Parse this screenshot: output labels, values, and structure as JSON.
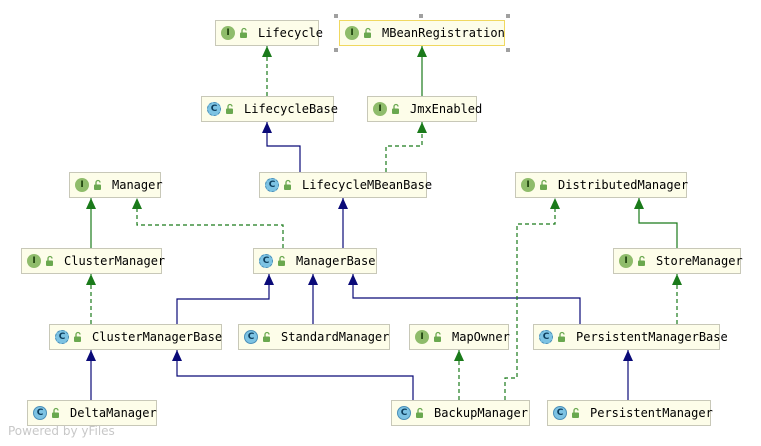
{
  "diagram": {
    "nodes": [
      {
        "id": "Lifecycle",
        "label": "Lifecycle",
        "kind": "interface",
        "badge": "I"
      },
      {
        "id": "MBeanRegistration",
        "label": "MBeanRegistration",
        "kind": "interface",
        "badge": "I",
        "selected": true
      },
      {
        "id": "LifecycleBase",
        "label": "LifecycleBase",
        "kind": "abstract-class",
        "badge": "C"
      },
      {
        "id": "JmxEnabled",
        "label": "JmxEnabled",
        "kind": "interface",
        "badge": "I"
      },
      {
        "id": "Manager",
        "label": "Manager",
        "kind": "interface",
        "badge": "I"
      },
      {
        "id": "LifecycleMBeanBase",
        "label": "LifecycleMBeanBase",
        "kind": "abstract-class",
        "badge": "C"
      },
      {
        "id": "DistributedManager",
        "label": "DistributedManager",
        "kind": "interface",
        "badge": "I"
      },
      {
        "id": "ClusterManager",
        "label": "ClusterManager",
        "kind": "interface",
        "badge": "I"
      },
      {
        "id": "ManagerBase",
        "label": "ManagerBase",
        "kind": "abstract-class",
        "badge": "C"
      },
      {
        "id": "StoreManager",
        "label": "StoreManager",
        "kind": "interface",
        "badge": "I"
      },
      {
        "id": "ClusterManagerBase",
        "label": "ClusterManagerBase",
        "kind": "abstract-class",
        "badge": "C"
      },
      {
        "id": "StandardManager",
        "label": "StandardManager",
        "kind": "class",
        "badge": "C"
      },
      {
        "id": "MapOwner",
        "label": "MapOwner",
        "kind": "interface",
        "badge": "I"
      },
      {
        "id": "PersistentManagerBase",
        "label": "PersistentManagerBase",
        "kind": "abstract-class",
        "badge": "C"
      },
      {
        "id": "DeltaManager",
        "label": "DeltaManager",
        "kind": "class",
        "badge": "C"
      },
      {
        "id": "BackupManager",
        "label": "BackupManager",
        "kind": "class",
        "badge": "C"
      },
      {
        "id": "PersistentManager",
        "label": "PersistentManager",
        "kind": "class",
        "badge": "C"
      }
    ],
    "edges": [
      {
        "from": "LifecycleBase",
        "to": "Lifecycle",
        "type": "implements"
      },
      {
        "from": "JmxEnabled",
        "to": "MBeanRegistration",
        "type": "extends-interface"
      },
      {
        "from": "LifecycleMBeanBase",
        "to": "LifecycleBase",
        "type": "extends"
      },
      {
        "from": "LifecycleMBeanBase",
        "to": "JmxEnabled",
        "type": "implements"
      },
      {
        "from": "ClusterManager",
        "to": "Manager",
        "type": "extends-interface"
      },
      {
        "from": "ManagerBase",
        "to": "Manager",
        "type": "implements"
      },
      {
        "from": "ManagerBase",
        "to": "LifecycleMBeanBase",
        "type": "extends"
      },
      {
        "from": "StoreManager",
        "to": "DistributedManager",
        "type": "extends-interface"
      },
      {
        "from": "ClusterManagerBase",
        "to": "ClusterManager",
        "type": "implements"
      },
      {
        "from": "ClusterManagerBase",
        "to": "ManagerBase",
        "type": "extends"
      },
      {
        "from": "StandardManager",
        "to": "ManagerBase",
        "type": "extends"
      },
      {
        "from": "PersistentManagerBase",
        "to": "ManagerBase",
        "type": "extends"
      },
      {
        "from": "PersistentManagerBase",
        "to": "StoreManager",
        "type": "implements"
      },
      {
        "from": "DeltaManager",
        "to": "ClusterManagerBase",
        "type": "extends"
      },
      {
        "from": "BackupManager",
        "to": "ClusterManagerBase",
        "type": "extends"
      },
      {
        "from": "BackupManager",
        "to": "MapOwner",
        "type": "implements"
      },
      {
        "from": "BackupManager",
        "to": "DistributedManager",
        "type": "implements"
      },
      {
        "from": "PersistentManager",
        "to": "PersistentManagerBase",
        "type": "extends"
      }
    ]
  },
  "colors": {
    "node_fill": "#fdfde9",
    "node_border": "#c8c8b8",
    "selected_border": "#f0d860",
    "extends_edge": "#0a0a78",
    "implements_edge": "#1a7a1a",
    "interface_badge": "#8fbc6b",
    "class_badge": "#7dc3e3",
    "lock_icon": "#6aa84f"
  },
  "icons": {
    "interface_badge": "interface-badge-icon",
    "class_badge": "class-badge-icon",
    "visibility": "public-lock-icon"
  },
  "watermark": "Powered by yFiles"
}
